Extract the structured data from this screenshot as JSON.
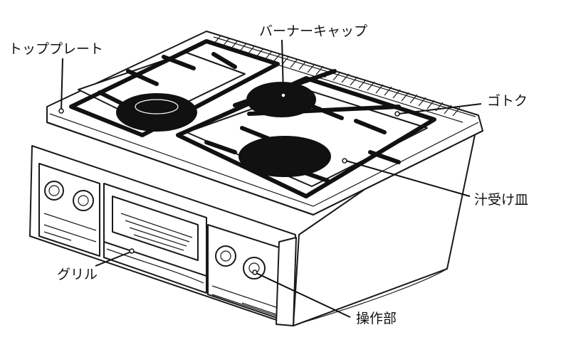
{
  "labels": {
    "top_plate": "トッププレート",
    "burner_cap": "バーナーキャップ",
    "trivet": "ゴトク",
    "drip_pan": "汁受け皿",
    "grill": "グリル",
    "controls": "操作部"
  }
}
